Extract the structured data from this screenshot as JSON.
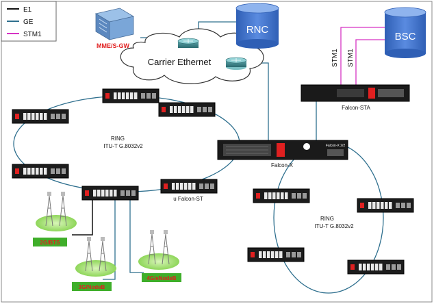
{
  "legend": {
    "items": [
      {
        "label": "E1",
        "color": "#111111"
      },
      {
        "label": "GE",
        "color": "#2e6f8e"
      },
      {
        "label": "STM1",
        "color": "#d633c4"
      }
    ]
  },
  "core": {
    "mme": "MME/S-GW",
    "rnc": "RNC",
    "bsc": "BSC",
    "carrier": "Carrier Ethernet",
    "stm1_a": "STM1",
    "stm1_b": "STM1"
  },
  "nodes": {
    "falcon_sta": "Falcon-STA",
    "falcon_x": "Falcon-X",
    "falcon_x_panel": "Falcon-X 2/2",
    "ufalcon_st": "u Falcon-ST"
  },
  "rings": {
    "left": {
      "line1": "RING",
      "line2": "ITU-T G.8032v2"
    },
    "right": {
      "line1": "RING",
      "line2": "ITU-T G.8032v2"
    }
  },
  "sites": {
    "bts": "2G/BTS",
    "nodeb": "3G/NodeB",
    "enodeb": "4G/eNodeB"
  },
  "colors": {
    "ge": "#2e6f8e",
    "e1": "#111111",
    "stm1": "#d633c4",
    "core_red": "#e02020",
    "cylinder": "#3f73c9",
    "site_label": "#3fae2a"
  }
}
